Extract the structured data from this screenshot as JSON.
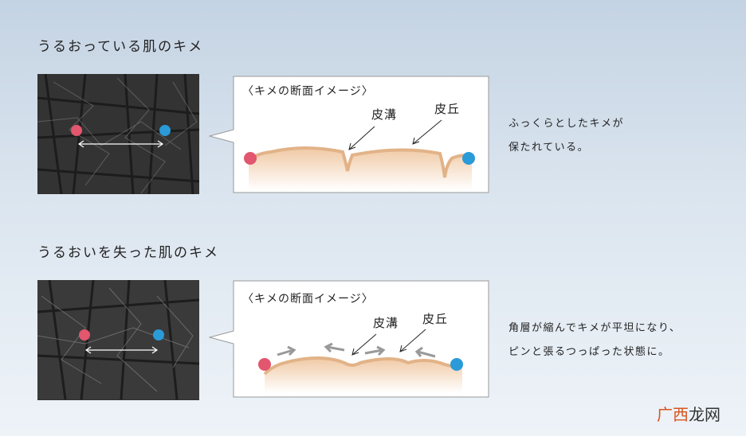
{
  "sections": [
    {
      "title": "うるおっている肌のキメ",
      "bubble_title": "〈キメの断面イメージ〉",
      "label_groove": "皮溝",
      "label_ridge": "皮丘",
      "description_lines": [
        "ふっくらとしたキメが",
        "保たれている。"
      ]
    },
    {
      "title": "うるおいを失った肌のキメ",
      "bubble_title": "〈キメの断面イメージ〉",
      "label_groove": "皮溝",
      "label_ridge": "皮丘",
      "description_lines": [
        "角層が縮んでキメが平坦になり、",
        "ピンと張るつっぱった状態に。"
      ]
    }
  ],
  "watermark": {
    "part1": "广西",
    "part2": "龙网"
  },
  "colors": {
    "marker_left": "#e2566e",
    "marker_right": "#2b9ad8",
    "skin_fill": "#f3d3b3",
    "skin_edge": "#e2b388",
    "arrow_gray": "#999999"
  }
}
